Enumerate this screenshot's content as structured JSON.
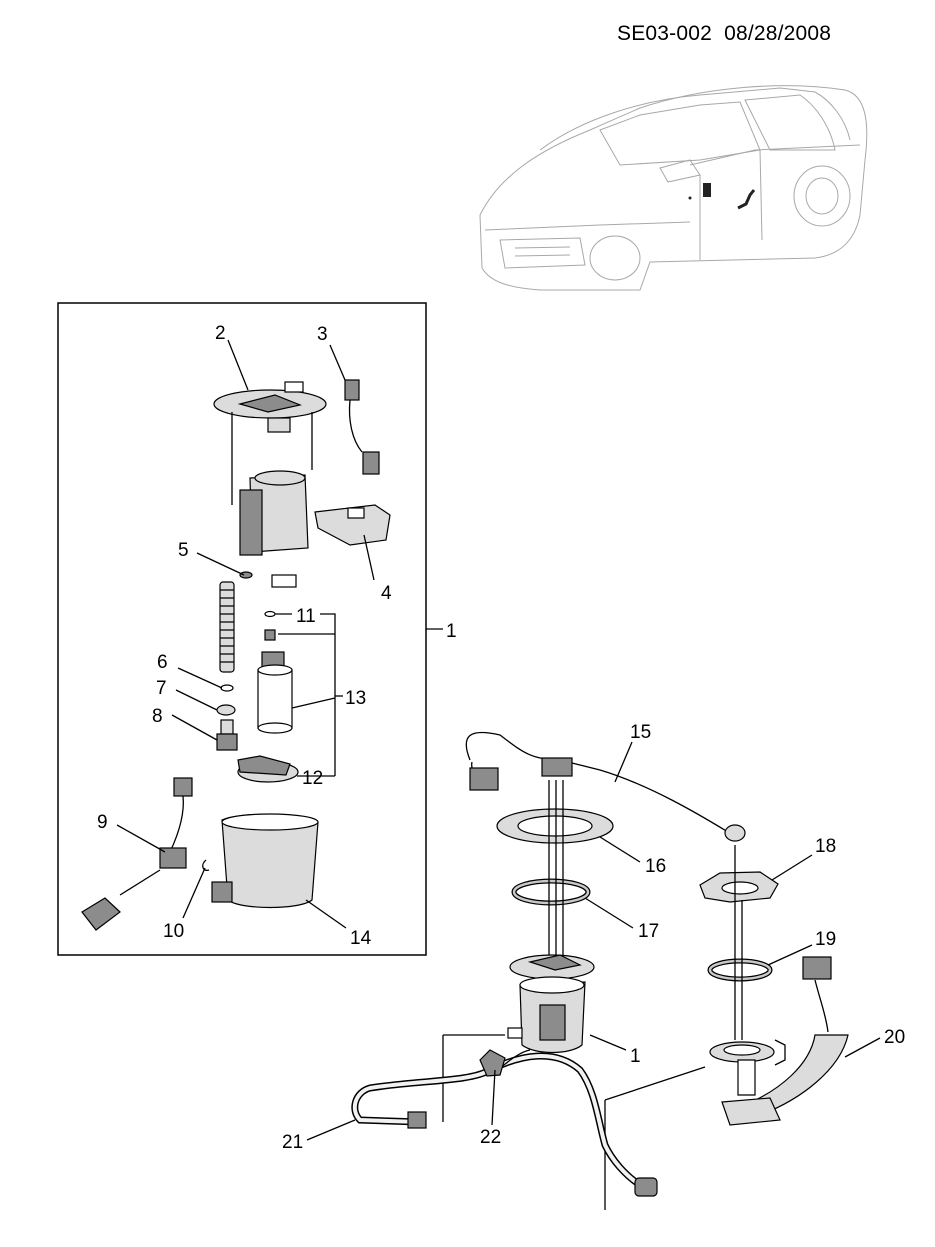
{
  "header": {
    "code": "SE03-002  08/28/2008"
  },
  "callouts": {
    "c1_box": "1",
    "c2": "2",
    "c3": "3",
    "c4": "4",
    "c5": "5",
    "c6": "6",
    "c7": "7",
    "c8": "8",
    "c9": "9",
    "c10": "10",
    "c11": "11",
    "c12": "12",
    "c13": "13",
    "c14": "14",
    "c15": "15",
    "c16": "16",
    "c17": "17",
    "c18": "18",
    "c19": "19",
    "c20": "20",
    "c21": "21",
    "c22": "22",
    "c1_assembly": "1"
  }
}
